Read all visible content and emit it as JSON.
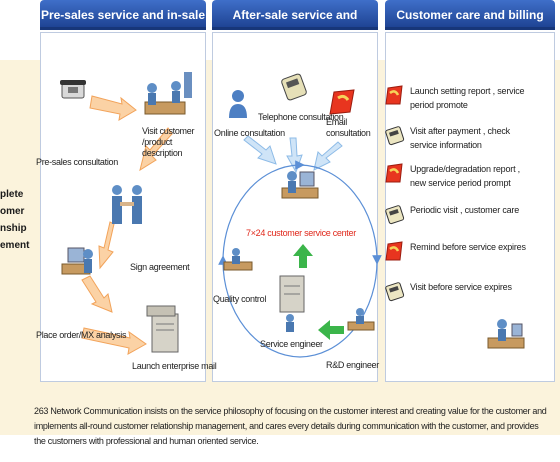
{
  "headers": {
    "col1": "Pre-sales service and in-sale service",
    "col2": "After-sale service and guarantee",
    "col3": "Customer care and billing"
  },
  "side_fragments": [
    "plete",
    "omer",
    "nship",
    "ement"
  ],
  "col1": {
    "visit": "Visit customer /product description",
    "presales": "Pre-sales consultation",
    "sign": "Sign agreement",
    "place_order": "Place order/MX analysis",
    "launch_mail": "Launch enterprise mail"
  },
  "col2": {
    "online": "Online consultation",
    "telephone": "Telephone consultation",
    "email": "Email consultation",
    "center": "7×24 customer service center",
    "quality": "Quality control",
    "service_engineer": "Service engineer",
    "rd_engineer": "R&D engineer"
  },
  "col3_items": [
    {
      "icon": "red-document-icon",
      "text": "Launch setting report , service period promote"
    },
    {
      "icon": "telephone-icon",
      "text": "Visit after payment , check service information"
    },
    {
      "icon": "red-document-icon",
      "text": "Upgrade/degradation report , new service period prompt"
    },
    {
      "icon": "telephone-icon",
      "text": "Periodic visit , customer care"
    },
    {
      "icon": "red-document-icon",
      "text": "Remind before service expires"
    },
    {
      "icon": "telephone-icon",
      "text": "Visit before service expires"
    }
  ],
  "footer": "263 Network Communication insists on the service philosophy of focusing on the customer interest and creating value for the customer and implements all-round customer relationship management, and cares every details during communication with the customer, and provides the customers with professional and human oriented service.",
  "colors": {
    "header": "#1b3f8e",
    "band": "#fbf3dc",
    "accent_red": "#e0281b",
    "arrow_orange": "#f6b06a",
    "arrow_blue": "#a9cdf0",
    "arrow_green": "#3bb54a"
  }
}
